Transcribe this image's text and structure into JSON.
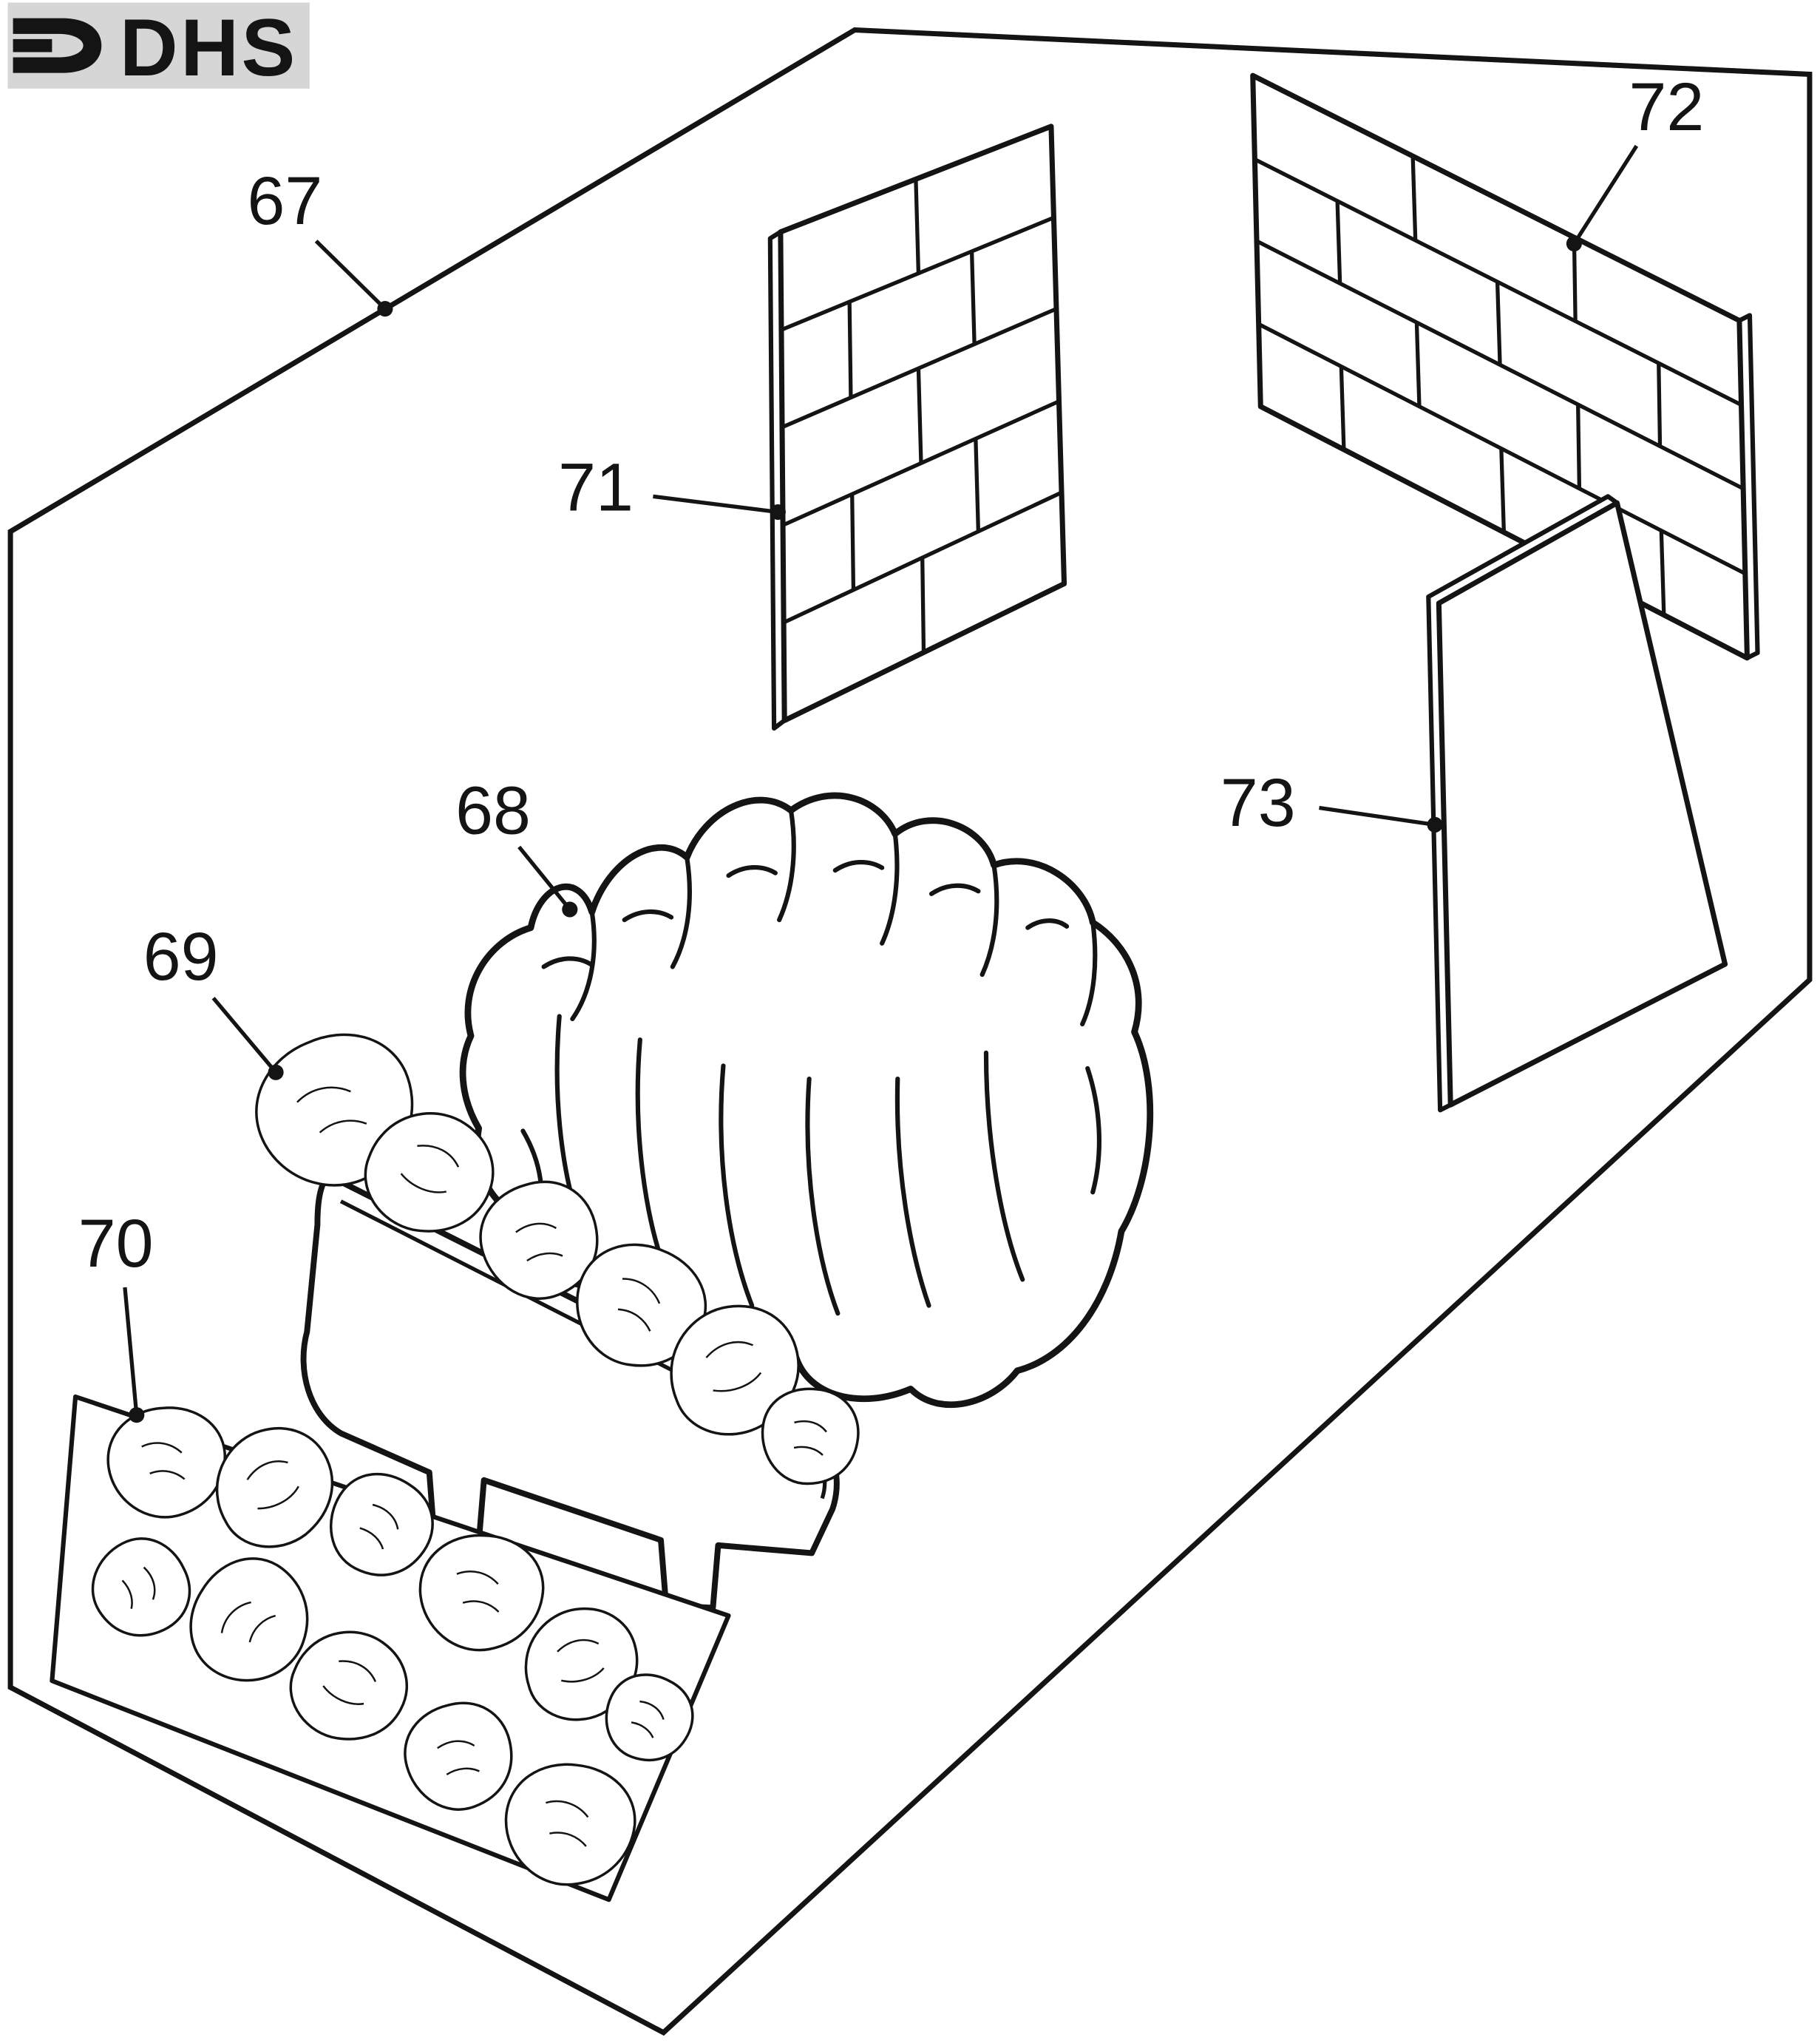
{
  "logo": {
    "text": "DHS"
  },
  "colors": {
    "ink": "#141414",
    "paper": "#ffffff",
    "logo_background": "#d6d6d6"
  },
  "diagram": {
    "type": "exploded-parts-line-drawing"
  },
  "parts": [
    {
      "label": "67",
      "name": "outer-surround-outline"
    },
    {
      "label": "68",
      "name": "fuel-bed-moulding"
    },
    {
      "label": "69",
      "name": "front-coal-strip"
    },
    {
      "label": "70",
      "name": "loose-coals-tray"
    },
    {
      "label": "71",
      "name": "left-brick-panel"
    },
    {
      "label": "72",
      "name": "rear-brick-panel"
    },
    {
      "label": "73",
      "name": "right-side-panel"
    }
  ]
}
